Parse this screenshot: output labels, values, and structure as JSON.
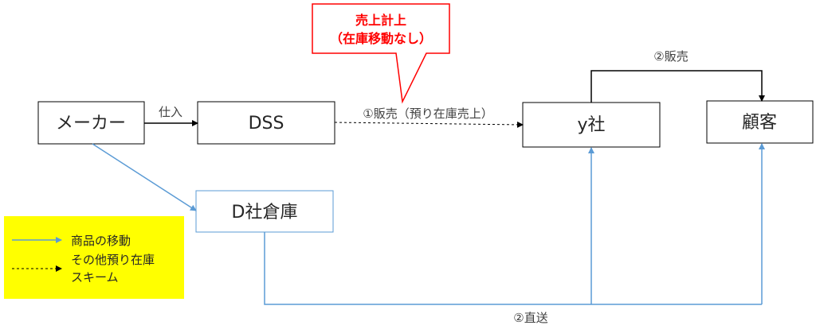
{
  "nodes": {
    "maker": "メーカー",
    "dss": "DSS",
    "y_company": "y社",
    "customer": "顧客",
    "d_warehouse": "D社倉庫"
  },
  "edges": {
    "purchase": "仕入",
    "sale1": "①販売（預り在庫売上）",
    "sale2": "②販売",
    "direct": "②直送"
  },
  "callout": {
    "line1": "売上計上",
    "line2": "（在庫移動なし）"
  },
  "legend": {
    "goods_movement": "商品の移動",
    "other_line1": "その他預り在庫",
    "other_line2": "スキーム"
  },
  "colors": {
    "goods_line": "#5b9bd5",
    "callout": "#ff0000",
    "legend_bg": "#ffff00"
  }
}
